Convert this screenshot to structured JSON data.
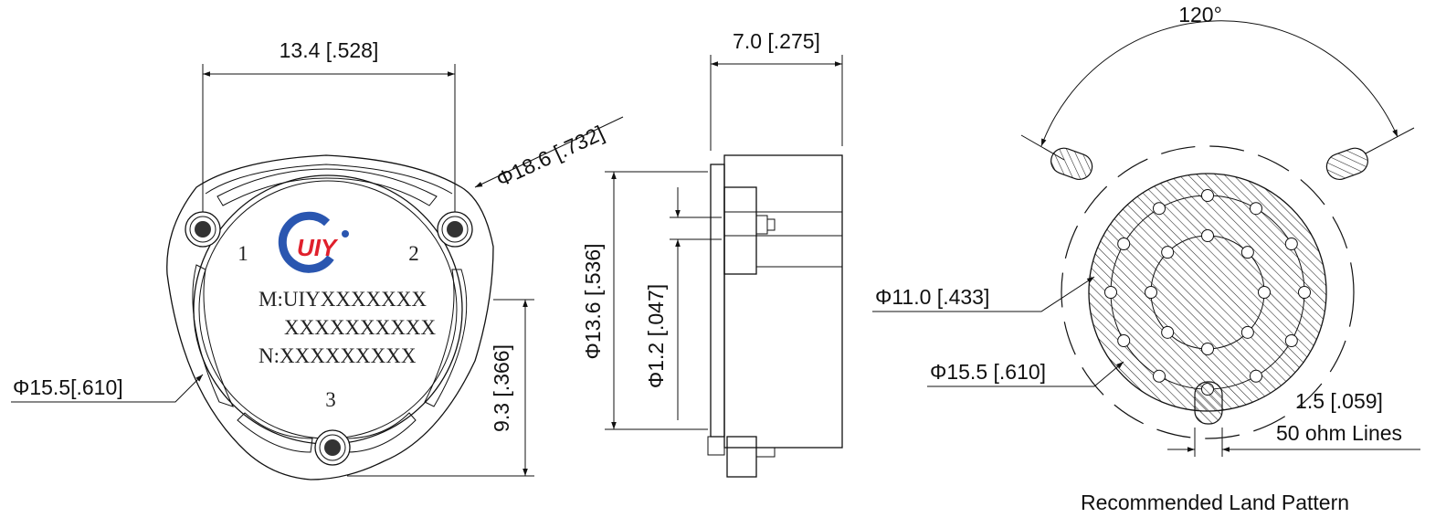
{
  "front_view": {
    "width_dim": "13.4 [.528]",
    "outer_dia": "Φ18.6 [.732]",
    "body_dia": "Φ15.5[.610]",
    "height_dim": "9.3 [.366]",
    "pins": [
      "1",
      "2",
      "3"
    ],
    "logo_text": "UIY",
    "marking_lines": [
      "M:UIYXXXXXXX",
      "XXXXXXXXXX",
      "N:XXXXXXXXX"
    ]
  },
  "side_view": {
    "thickness_dim": "7.0 [.275]",
    "flange_dia": "Φ13.6 [.536]",
    "pin_dia": "Φ1.2 [.047]"
  },
  "land_pattern": {
    "angle": "120°",
    "inner_dia": "Φ11.0 [.433]",
    "outer_dia": "Φ15.5 [.610]",
    "line_width": "1.5 [.059]",
    "line_note": "50 ohm Lines",
    "caption": "Recommended Land Pattern"
  },
  "colors": {
    "logo_blue": "#2a56b0",
    "logo_red": "#e0202c",
    "pin": "#333333"
  }
}
